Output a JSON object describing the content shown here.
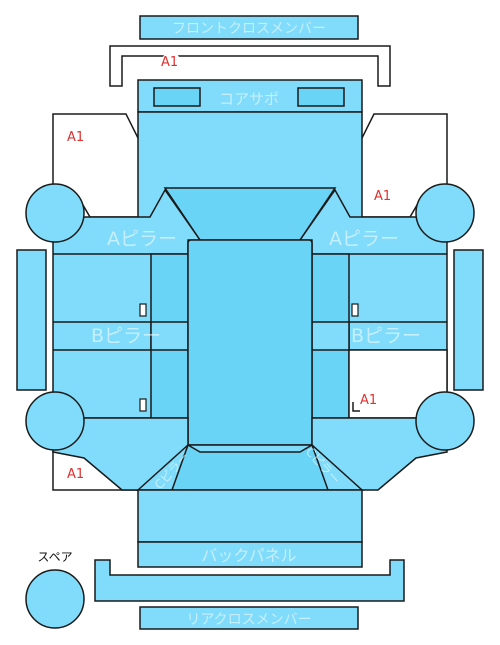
{
  "labels": {
    "front_cross_member": "フロントクロスメンバー",
    "core_support": "コアサポ",
    "a_pillar_left": "Aピラー",
    "a_pillar_right": "Aピラー",
    "b_pillar_left": "Bピラー",
    "b_pillar_right": "Bピラー",
    "back_panel": "バックパネル",
    "rear_cross_member": "リアクロスメンバー",
    "spare": "スペア",
    "c_pillar_left": "Cピラー",
    "c_pillar_right": "Cピラー"
  },
  "markers": {
    "front": "A1",
    "front_left": "A1",
    "front_right": "A1",
    "rear_right": "A1",
    "rear_left": "A1"
  },
  "colors": {
    "panel": "#80dcfa",
    "panel_dark": "#6ad4f7",
    "panel_light": "#a6e8fc",
    "stroke": "#1a1a1a",
    "marker": "#e0312f"
  }
}
